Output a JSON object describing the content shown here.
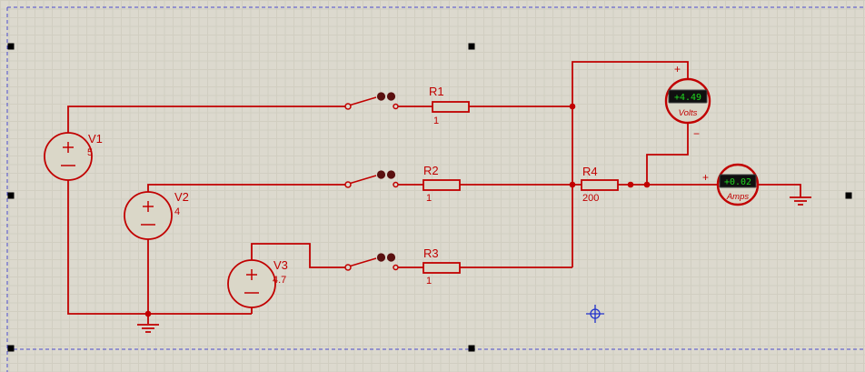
{
  "colors": {
    "canvas_bg": "#DCD9CE",
    "grid_line": "#D1CEC1",
    "wire": "#C10000",
    "component_fill": "#DAD7C8",
    "switch_dot": "#5A1010",
    "lcd_bg": "#101010",
    "lcd_text": "#1FD81F",
    "selection": "#4A4ACD",
    "handle": "#000000",
    "origin": "#2233CC"
  },
  "components": {
    "v1": {
      "ref": "V1",
      "value": "5"
    },
    "v2": {
      "ref": "V2",
      "value": "4"
    },
    "v3": {
      "ref": "V3",
      "value": "4.7"
    },
    "r1": {
      "ref": "R1",
      "value": "1"
    },
    "r2": {
      "ref": "R2",
      "value": "1"
    },
    "r3": {
      "ref": "R3",
      "value": "1"
    },
    "r4": {
      "ref": "R4",
      "value": "200"
    }
  },
  "meters": {
    "voltmeter": {
      "reading": "+4.49",
      "unit_label": "Volts",
      "plus": "+",
      "minus": "−"
    },
    "ammeter": {
      "reading": "+0.02",
      "unit_label": "Amps",
      "plus": "+"
    }
  }
}
